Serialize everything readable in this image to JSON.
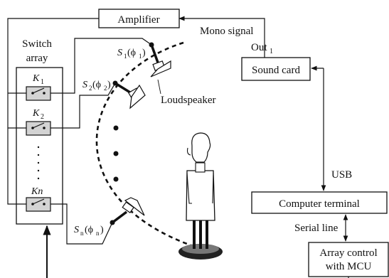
{
  "blocks": {
    "amplifier": "Amplifier",
    "sound_card": "Sound card",
    "computer_terminal": "Computer terminal",
    "array_control_line1": "Array control",
    "array_control_line2": "with MCU"
  },
  "switch_array": {
    "title_line1": "Switch",
    "title_line2": "array",
    "switches": [
      {
        "name": "K",
        "sub": "1"
      },
      {
        "name": "K",
        "sub": "2"
      },
      {
        "name": "Kn",
        "sub": ""
      }
    ]
  },
  "speakers": [
    {
      "label": "S",
      "sub": "1",
      "phi_sub": "1"
    },
    {
      "label": "S",
      "sub": "2",
      "phi_sub": "2"
    },
    {
      "label": "S",
      "sub": "n",
      "phi_sub": "n"
    }
  ],
  "annotations": {
    "mono_signal": "Mono signal",
    "out": "Out",
    "out_sub": "1",
    "loudspeaker": "Loudspeaker",
    "usb": "USB",
    "serial_line": "Serial line"
  }
}
